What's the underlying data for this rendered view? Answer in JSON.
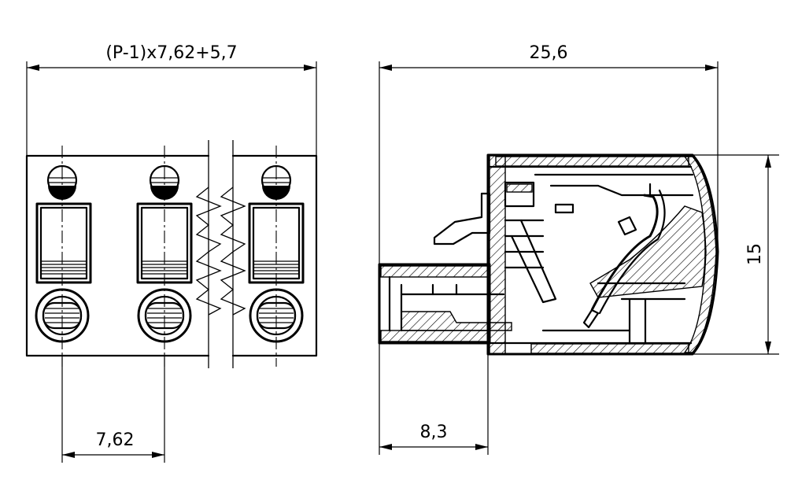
{
  "dimensions": {
    "overall_width_formula": "(P-1)x7,62+5,7",
    "overall_length": "25,6",
    "height": "15",
    "pitch": "7,62",
    "plug_depth": "8,3"
  }
}
